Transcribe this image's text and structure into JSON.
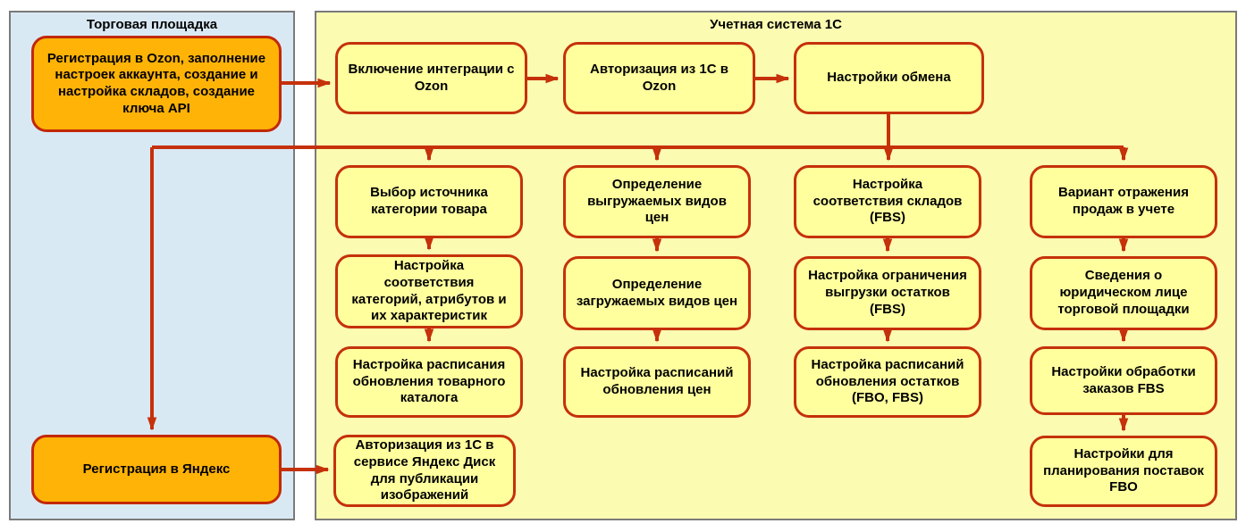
{
  "colors": {
    "arrow_red": "#c5310a",
    "orange_node_fill": "#ffb307",
    "orange_node_border": "#c22807",
    "yellow_node_fill": "#ffff9e",
    "yellow_node_border": "#c5310a",
    "marketplace_panel_bg": "#d9e9f4",
    "system_panel_bg": "#fbfbb2",
    "panel_border": "#7a7a7a",
    "text": "#000000"
  },
  "marketplace_panel": {
    "title": "Торговая площадка",
    "ozon_registration": "Регистрация в Ozon, заполнение настроек аккаунта, создание и настройка складов, создание ключа API",
    "yandex_registration": "Регистрация в Яндекс"
  },
  "system_panel": {
    "title": "Учетная система 1С",
    "top_row": [
      "Включение интеграции с Ozon",
      "Авторизация из 1С в Ozon",
      "Настройки обмена"
    ],
    "columns": [
      [
        "Выбор источника категории товара",
        "Настройка соответствия категорий, атрибутов и их характеристик",
        "Настройка расписания обновления товарного каталога"
      ],
      [
        "Определение выгружаемых видов цен",
        "Определение загружаемых видов цен",
        "Настройка расписаний обновления цен"
      ],
      [
        "Настройка соответствия складов (FBS)",
        "Настройка ограничения выгрузки остатков (FBS)",
        "Настройка расписаний обновления остатков (FBO, FBS)"
      ],
      [
        "Вариант отражения продаж в учете",
        "Сведения о юридическом лице торговой площадки",
        "Настройки обработки заказов FBS",
        "Настройки для планирования поставок FBO"
      ]
    ],
    "yandex_disk_auth": "Авторизация из 1С в сервисе Яндекс Диск для публикации изображений"
  }
}
